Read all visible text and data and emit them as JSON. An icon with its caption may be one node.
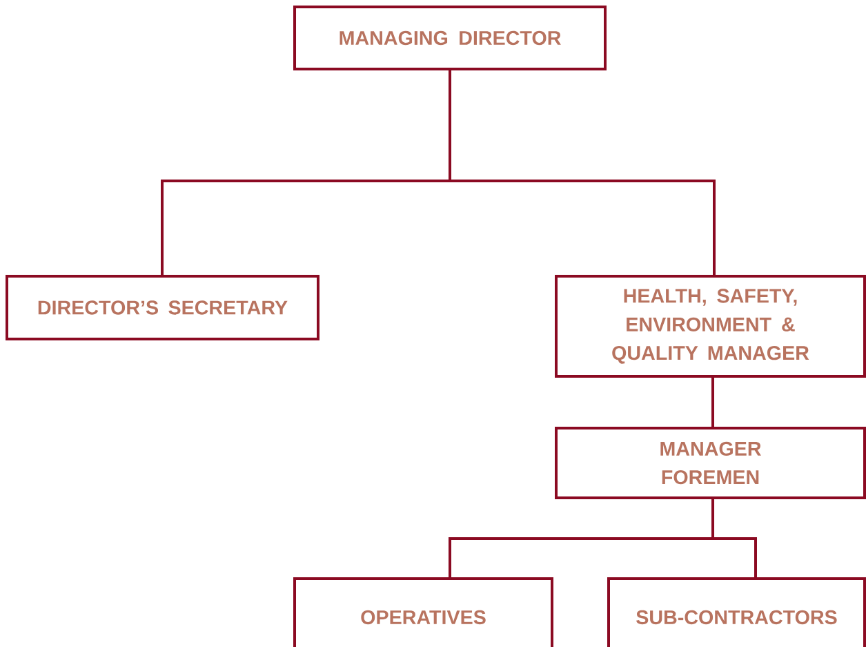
{
  "diagram": {
    "nodes": [
      {
        "text": [
          "MANAGING DIRECTOR"
        ]
      },
      {
        "text": [
          "DIRECTOR’S SECRETARY"
        ]
      },
      {
        "text": [
          "HEALTH, SAFETY, ENVIRONMENT & QUALITY MANAGER"
        ]
      },
      {
        "text": [
          "MANAGER FOREMEN"
        ]
      },
      {
        "text": [
          "OPERATIVES"
        ]
      },
      {
        "text": [
          "SUB-CONTRACTORS"
        ]
      }
    ],
    "edges": [
      {
        "from": 0,
        "to": 1,
        "arrow": "none"
      },
      {
        "from": 0,
        "to": 2,
        "arrow": "none"
      },
      {
        "from": 2,
        "to": 3,
        "arrow": "none"
      },
      {
        "from": 3,
        "to": 4,
        "arrow": "none"
      },
      {
        "from": 3,
        "to": 5,
        "arrow": "none"
      }
    ]
  }
}
